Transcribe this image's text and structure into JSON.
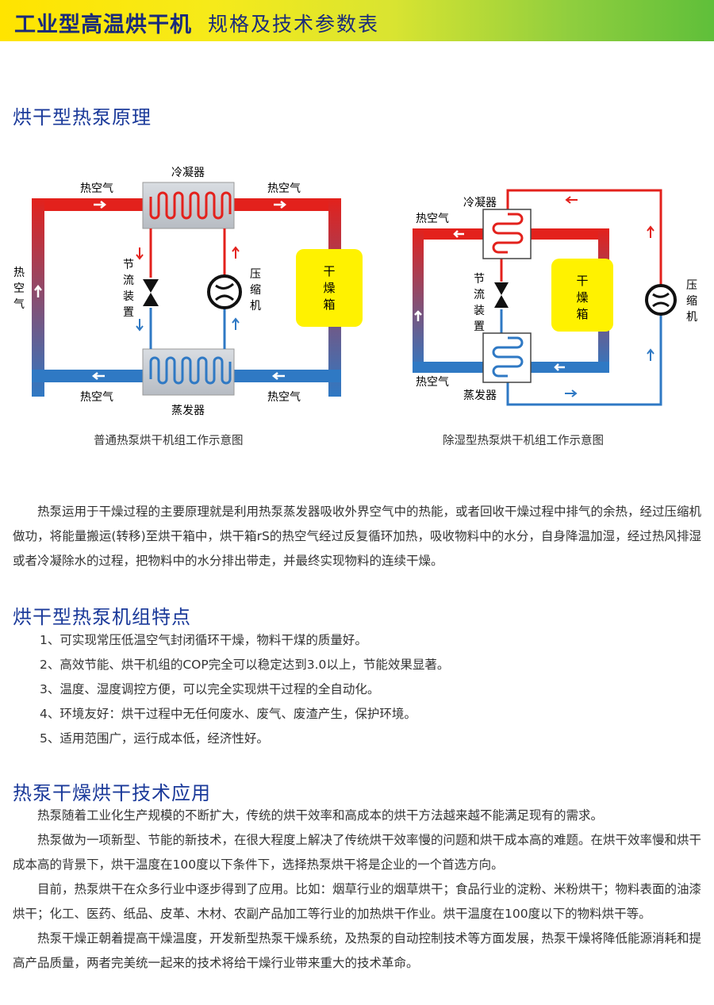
{
  "header": {
    "title": "工业型高温烘干机",
    "subtitle": "规格及技术参数表"
  },
  "section1": {
    "title": "烘干型热泵原理",
    "diagram1": {
      "condenser": "冷凝器",
      "evaporator": "蒸发器",
      "hot_air_tl": "热空气",
      "hot_air_tr": "热空气",
      "hot_air_bl": "热空气",
      "hot_air_br": "热空气",
      "hot_air_left": [
        "热",
        "空",
        "气"
      ],
      "throttle": [
        "节",
        "流",
        "装",
        "置"
      ],
      "compressor": [
        "压",
        "缩",
        "机"
      ],
      "dryer": [
        "干",
        "燥",
        "箱"
      ],
      "caption": "普通热泵烘干机组工作示意图"
    },
    "diagram2": {
      "condenser": "冷凝器",
      "evaporator": "蒸发器",
      "hot_air_top": "热空气",
      "hot_air_bottom": "热空气",
      "throttle": [
        "节",
        "流",
        "装",
        "置"
      ],
      "compressor": [
        "压",
        "缩",
        "机"
      ],
      "dryer": [
        "干",
        "燥",
        "箱"
      ],
      "caption": "除湿型热泵烘干机组工作示意图"
    },
    "paragraph": "热泵运用于干燥过程的主要原理就是利用热泵蒸发器吸收外界空气中的热能，或者回收干燥过程中排气的余热，经过压缩机做功，将能量搬运(转移)至烘干箱中，烘干箱rS的热空气经过反复循环加热，吸收物料中的水分，自身降温加湿，经过热风排湿或者冷凝除水的过程，把物料中的水分排出带走，并最终实现物料的连续干燥。"
  },
  "section2": {
    "title": "烘干型热泵机组特点",
    "items": [
      "1、可实现常压低温空气封闭循环干燥，物料干煤的质量好。",
      "2、高效节能、烘干机组的COP完全可以稳定达到3.0以上，节能效果显著。",
      "3、温度、湿度调控方便，可以完全实现烘干过程的全自动化。",
      "4、环境友好：烘干过程中无任何废水、废气、废渣产生，保护环境。",
      "5、适用范围广，运行成本低，经济性好。"
    ]
  },
  "section3": {
    "title": "热泵干燥烘干技术应用",
    "paragraphs": [
      "热泵随着工业化生产规模的不断扩大，传统的烘干效率和高成本的烘干方法越来越不能满足现有的需求。",
      "热泵做为一项新型、节能的新技术，在很大程度上解决了传统烘干效率慢的问题和烘干成本高的难题。在烘干效率慢和烘干成本高的背景下，烘干温度在100度以下条件下，选择热泵烘干将是企业的一个首选方向。",
      "目前，热泵烘干在众多行业中逐步得到了应用。比如：烟草行业的烟草烘干；食品行业的淀粉、米粉烘干；物料表面的油漆烘干；化工、医药、纸品、皮革、木材、农副产品加工等行业的加热烘干作业。烘干温度在100度以下的物料烘干等。",
      "热泵干燥正朝着提高干燥温度，开发新型热泵干燥系统，及热泵的自动控制技术等方面发展，热泵干燥将降低能源消耗和提高产品质量，两者完美统一起来的技术将给干燥行业带来重大的技术革命。"
    ]
  },
  "colors": {
    "hot": "#e3211c",
    "cold": "#2f79c4",
    "dryer": "#fff200",
    "title": "#1b3a9a"
  }
}
